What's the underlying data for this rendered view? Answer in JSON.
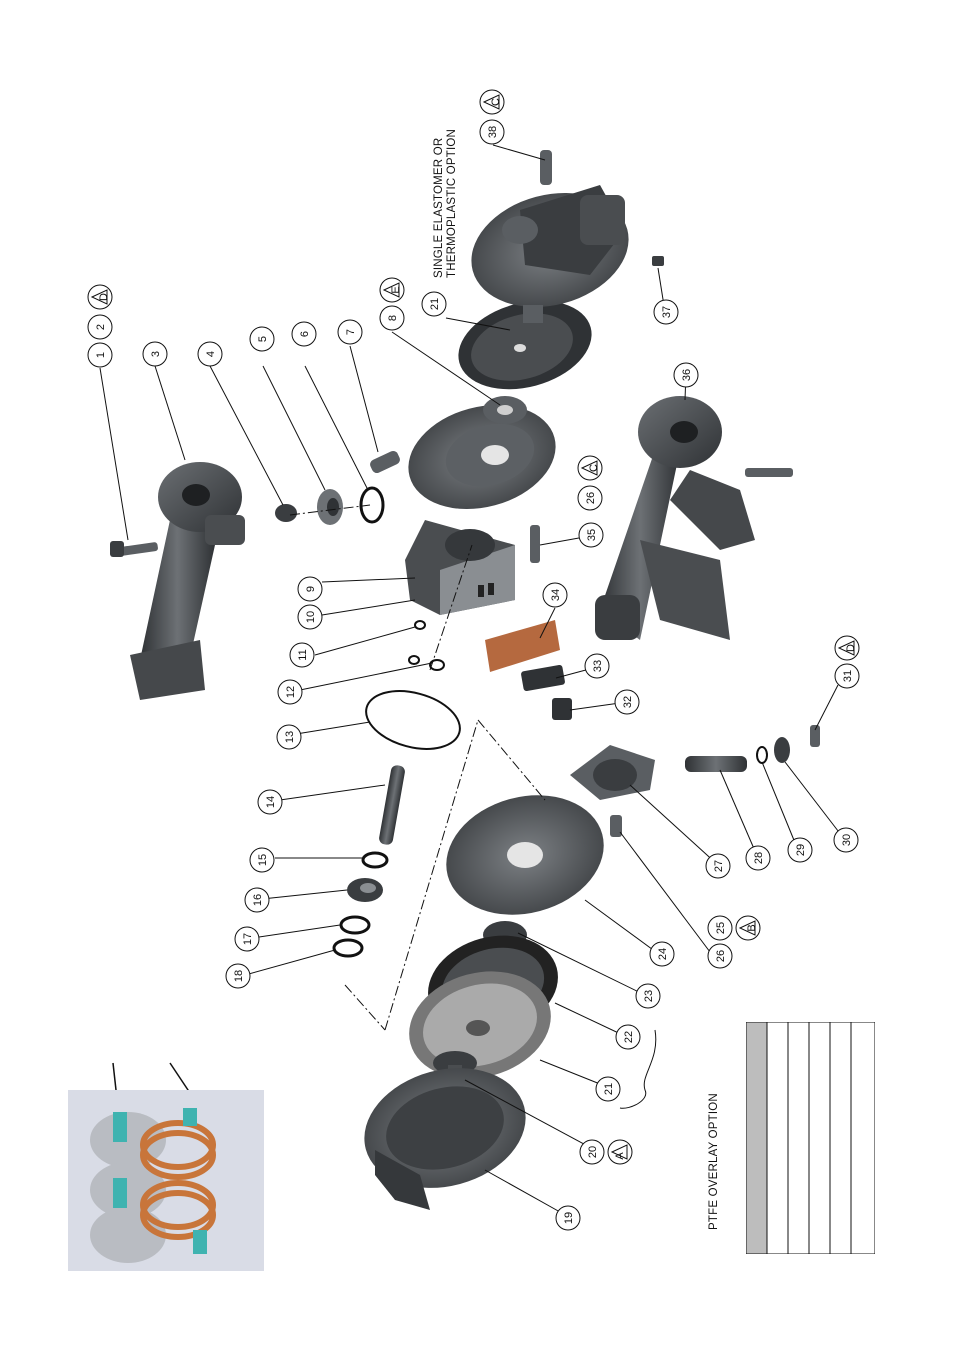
{
  "diagram": {
    "callouts": [
      {
        "id": "c1",
        "label": "1"
      },
      {
        "id": "c2",
        "label": "2"
      },
      {
        "id": "c3",
        "label": "3"
      },
      {
        "id": "c4",
        "label": "4"
      },
      {
        "id": "c5",
        "label": "5"
      },
      {
        "id": "c6",
        "label": "6"
      },
      {
        "id": "c7",
        "label": "7"
      },
      {
        "id": "c8",
        "label": "8"
      },
      {
        "id": "c9",
        "label": "9"
      },
      {
        "id": "c10",
        "label": "10"
      },
      {
        "id": "c11",
        "label": "11"
      },
      {
        "id": "c12",
        "label": "12"
      },
      {
        "id": "c13",
        "label": "13"
      },
      {
        "id": "c14",
        "label": "14"
      },
      {
        "id": "c15",
        "label": "15"
      },
      {
        "id": "c16",
        "label": "16"
      },
      {
        "id": "c17",
        "label": "17"
      },
      {
        "id": "c18",
        "label": "18"
      },
      {
        "id": "c19",
        "label": "19"
      },
      {
        "id": "c20",
        "label": "20"
      },
      {
        "id": "c21a",
        "label": "21"
      },
      {
        "id": "c21b",
        "label": "21"
      },
      {
        "id": "c22",
        "label": "22"
      },
      {
        "id": "c23",
        "label": "23"
      },
      {
        "id": "c24",
        "label": "24"
      },
      {
        "id": "c25",
        "label": "25"
      },
      {
        "id": "c26a",
        "label": "26"
      },
      {
        "id": "c26b",
        "label": "26"
      },
      {
        "id": "c27",
        "label": "27"
      },
      {
        "id": "c28",
        "label": "28"
      },
      {
        "id": "c29",
        "label": "29"
      },
      {
        "id": "c30",
        "label": "30"
      },
      {
        "id": "c31",
        "label": "31"
      },
      {
        "id": "c32",
        "label": "32"
      },
      {
        "id": "c33",
        "label": "33"
      },
      {
        "id": "c34",
        "label": "34"
      },
      {
        "id": "c35",
        "label": "35"
      },
      {
        "id": "c36",
        "label": "36"
      },
      {
        "id": "c37",
        "label": "37"
      },
      {
        "id": "c38",
        "label": "38"
      }
    ],
    "torque_markers": [
      {
        "id": "tD1",
        "label": "D"
      },
      {
        "id": "tE",
        "label": "E"
      },
      {
        "id": "tC1",
        "label": "C"
      },
      {
        "id": "tC2",
        "label": "C"
      },
      {
        "id": "tD2",
        "label": "D"
      },
      {
        "id": "tB",
        "label": "B"
      },
      {
        "id": "tA",
        "label": "A"
      }
    ],
    "notes": {
      "single_option_line1": "SINGLE ELASTOMER OR",
      "single_option_line2": "THERMOPLASTIC OPTION",
      "ptfe_option": "PTFE OVERLAY OPTION"
    },
    "colors": {
      "part_dark": "#3a3d40",
      "part_mid": "#5a5e62",
      "part_light": "#8a8e92",
      "gasket_brown": "#b5693f",
      "inset_bg": "#d9dce6",
      "inset_copper": "#c8753a",
      "inset_teal": "#3fb3b0",
      "table_header": "#bdbdbd"
    }
  }
}
